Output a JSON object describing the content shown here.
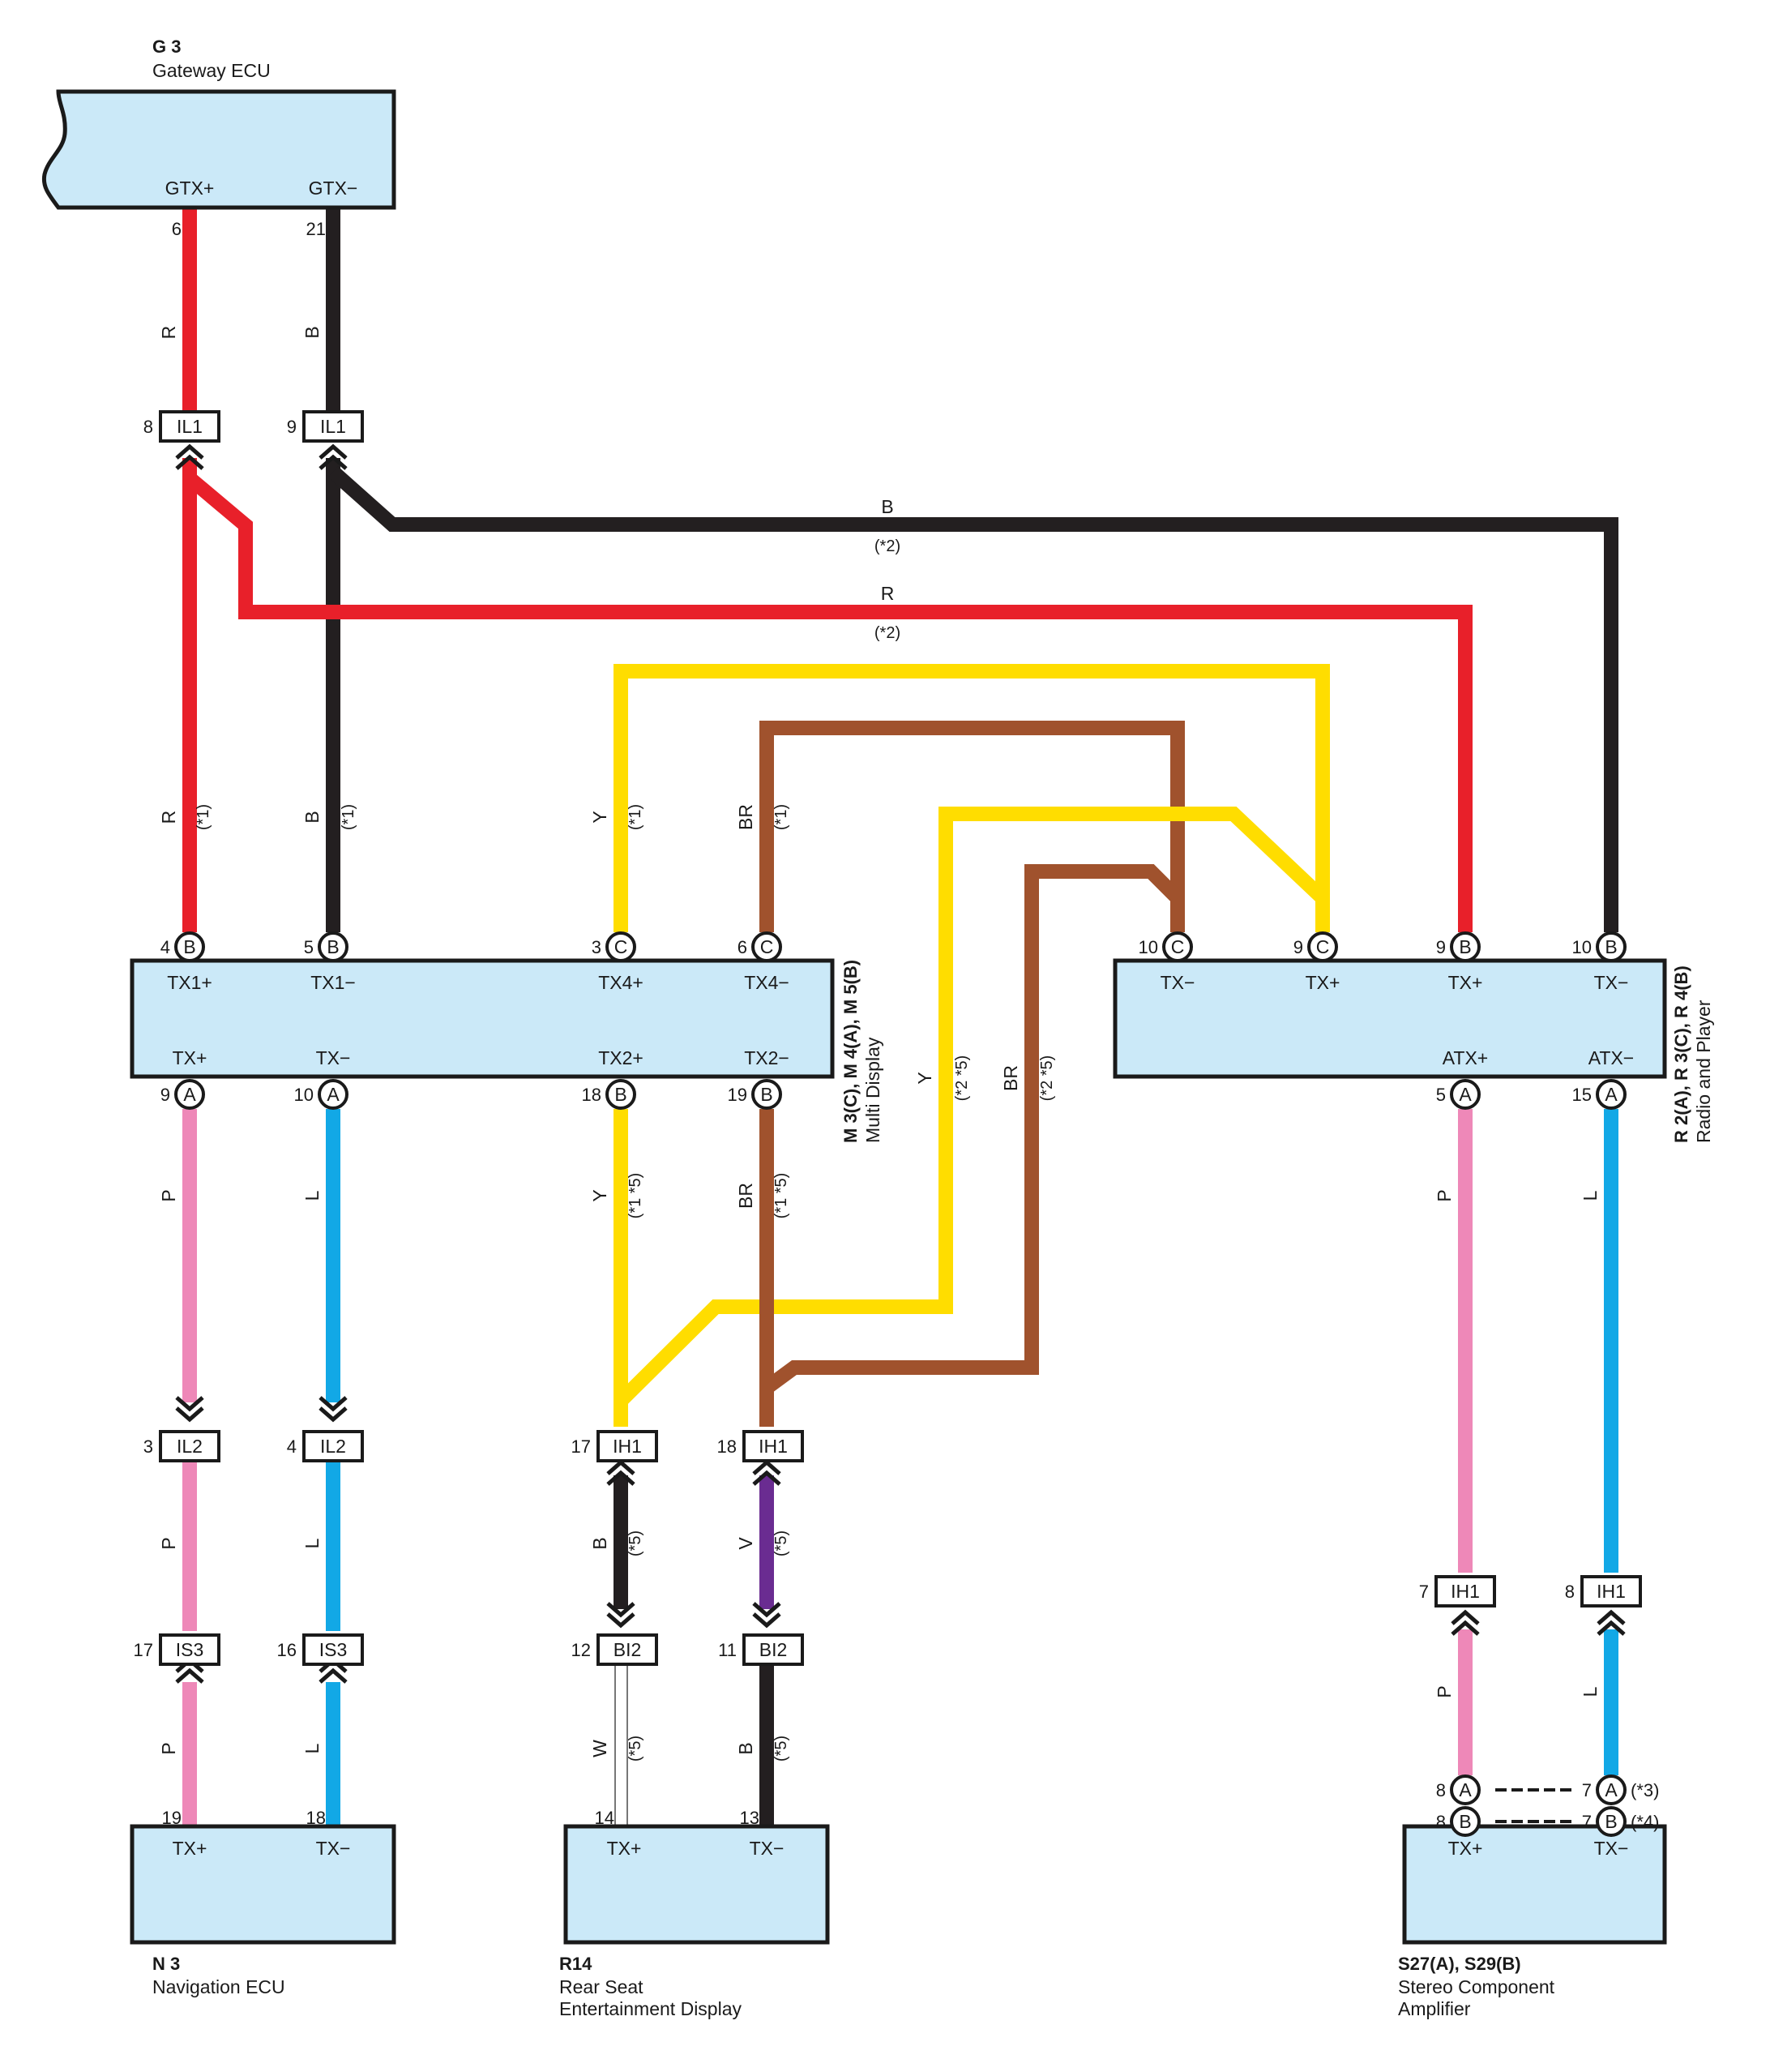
{
  "components": {
    "g3": {
      "code": "G 3",
      "name": "Gateway ECU",
      "pins": [
        "GTX+",
        "GTX−"
      ]
    },
    "multi": {
      "code": "M 3(C), M 4(A), M 5(B)",
      "name": "Multi Display",
      "top_pins": [
        "TX1+",
        "TX1−",
        "TX4+",
        "TX4−"
      ],
      "bottom_pins": [
        "TX+",
        "TX−",
        "TX2+",
        "TX2−"
      ]
    },
    "radio": {
      "code": "R 2(A), R 3(C), R 4(B)",
      "name": "Radio and Player",
      "top_pins": [
        "TX−",
        "TX+",
        "TX+",
        "TX−"
      ],
      "bottom_pins": [
        "ATX+",
        "ATX−"
      ]
    },
    "n3": {
      "code": "N 3",
      "name": "Navigation ECU",
      "pins": [
        "TX+",
        "TX−"
      ]
    },
    "r14": {
      "code": "R14",
      "name_line1": "Rear Seat",
      "name_line2": "Entertainment Display",
      "pins": [
        "TX+",
        "TX−"
      ]
    },
    "s27": {
      "code": "S27(A), S29(B)",
      "name_line1": "Stereo Component",
      "name_line2": "Amplifier",
      "pins": [
        "TX+",
        "TX−"
      ]
    }
  },
  "wire_colors": {
    "R": "#e8202a",
    "B": "#231f20",
    "Y": "#ffdd00",
    "BR": "#a0522d",
    "P": "#ee88b8",
    "L": "#12a8e6",
    "V": "#6a2c91",
    "W": "#ffffff",
    "box_fill": "#cbe9f8"
  },
  "pin_numbers": {
    "g3_gtxp": "6",
    "g3_gtxm": "21",
    "il1_a": "8",
    "il1_b": "9",
    "md_tx1p": "4",
    "md_tx1m": "5",
    "md_tx4p": "3",
    "md_tx4m": "6",
    "md_txp": "9",
    "md_txm": "10",
    "md_tx2p": "18",
    "md_tx2m": "19",
    "ra_txm1": "10",
    "ra_txp1": "9",
    "ra_txp2": "9",
    "ra_txm2": "10",
    "ra_atxp": "5",
    "ra_atxm": "15",
    "il2_a": "3",
    "il2_b": "4",
    "ih1_a": "17",
    "ih1_b": "18",
    "is3_a": "17",
    "is3_b": "16",
    "bi2_a": "12",
    "bi2_b": "11",
    "n3_txp": "19",
    "n3_txm": "18",
    "r14_txp": "14",
    "r14_txm": "13",
    "ih1_c": "7",
    "ih1_d": "8",
    "amp_a1": "8",
    "amp_a2": "7",
    "amp_b1": "8",
    "amp_b2": "7"
  },
  "connector_letters": {
    "A": "A",
    "B": "B",
    "C": "C"
  },
  "junctions": {
    "il1": "IL1",
    "il2": "IL2",
    "ih1": "IH1",
    "is3": "IS3",
    "bi2": "BI2"
  },
  "wire_labels": {
    "R": "R",
    "B": "B",
    "Y": "Y",
    "BR": "BR",
    "P": "P",
    "L": "L",
    "V": "V",
    "W": "W"
  },
  "notes": {
    "n1": "(*1)",
    "n2": "(*2)",
    "n3": "(*3)",
    "n4": "(*4)",
    "n5": "(*5)",
    "n15": "(*1 *5)",
    "n25": "(*2 *5)"
  }
}
